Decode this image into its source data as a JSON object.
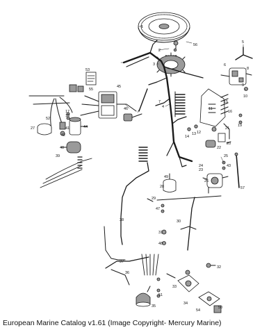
{
  "caption": "European Marine Catalog v1.61 (Image Copyright- Mercury Marine)",
  "callouts": [
    "1",
    "2",
    "3",
    "4",
    "5",
    "6",
    "7",
    "8",
    "9",
    "10",
    "11",
    "12",
    "13",
    "14",
    "15",
    "16",
    "17",
    "18",
    "19",
    "20",
    "21",
    "22",
    "23",
    "24",
    "25",
    "26",
    "27",
    "28",
    "29",
    "30",
    "31",
    "32",
    "33",
    "34",
    "35",
    "36",
    "37",
    "38",
    "39",
    "40",
    "41",
    "42",
    "43",
    "44",
    "45",
    "46",
    "47",
    "48",
    "49",
    "50",
    "51",
    "52",
    "53",
    "54",
    "55",
    "56",
    "57"
  ]
}
